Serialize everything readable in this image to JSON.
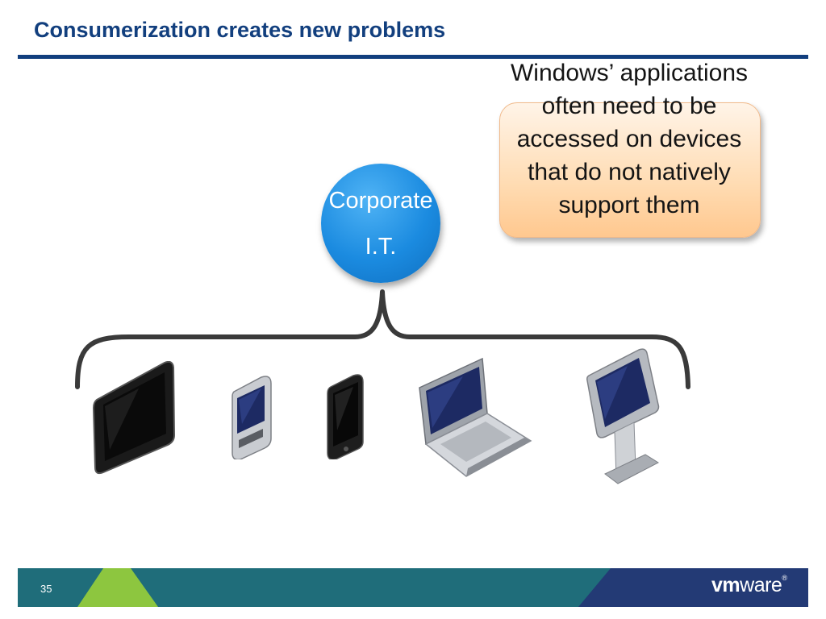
{
  "slide": {
    "title": "Consumerization creates new problems",
    "center_node": {
      "line1": "Corporate",
      "line2": "I.T."
    },
    "callout_text": "Windows’ applications often need to be accessed on devices that do not natively support them",
    "devices": [
      {
        "name": "tablet"
      },
      {
        "name": "pda"
      },
      {
        "name": "smartphone"
      },
      {
        "name": "laptop"
      },
      {
        "name": "kiosk"
      }
    ],
    "footer": {
      "slide_number": "35",
      "logo_bold": "vm",
      "logo_light": "ware",
      "logo_mark": "®"
    },
    "colors": {
      "title": "#123f7e",
      "accent_green": "#8dc63f",
      "teal": "#1f6d7a",
      "navy": "#233a75",
      "circle": "#1b8be0",
      "callout": "#ffd9ad"
    }
  }
}
